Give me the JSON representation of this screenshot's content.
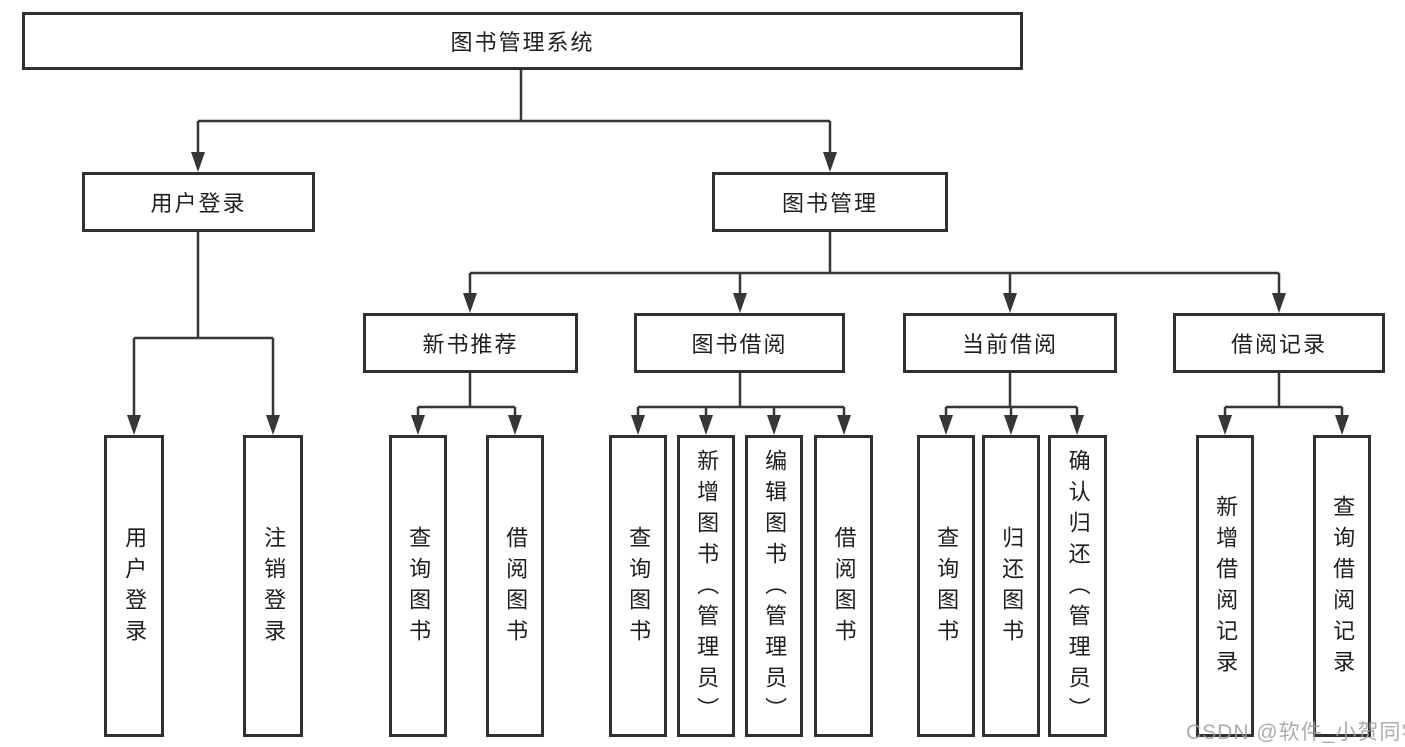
{
  "tree": {
    "root": {
      "label": "图书管理系统",
      "children": [
        {
          "label": "用户登录",
          "children": [
            {
              "label": "用户登录"
            },
            {
              "label": "注销登录"
            }
          ]
        },
        {
          "label": "图书管理",
          "children": [
            {
              "label": "新书推荐",
              "children": [
                {
                  "label": "查询图书"
                },
                {
                  "label": "借阅图书"
                }
              ]
            },
            {
              "label": "图书借阅",
              "children": [
                {
                  "label": "查询图书"
                },
                {
                  "label": "新增图书（管理员）"
                },
                {
                  "label": "编辑图书（管理员）"
                },
                {
                  "label": "借阅图书"
                }
              ]
            },
            {
              "label": "当前借阅",
              "children": [
                {
                  "label": "查询图书"
                },
                {
                  "label": "归还图书"
                },
                {
                  "label": "确认归还（管理员）"
                }
              ]
            },
            {
              "label": "借阅记录",
              "children": [
                {
                  "label": "新增借阅记录"
                },
                {
                  "label": "查询借阅记录"
                }
              ]
            }
          ]
        }
      ]
    }
  },
  "watermark": {
    "text": "CSDN @软件_小贺同学"
  },
  "colors": {
    "line": "#363636",
    "box_border": "#303030",
    "text": "#1e1e1e",
    "background": "#ffffff",
    "watermark": "#9f9f9f"
  }
}
